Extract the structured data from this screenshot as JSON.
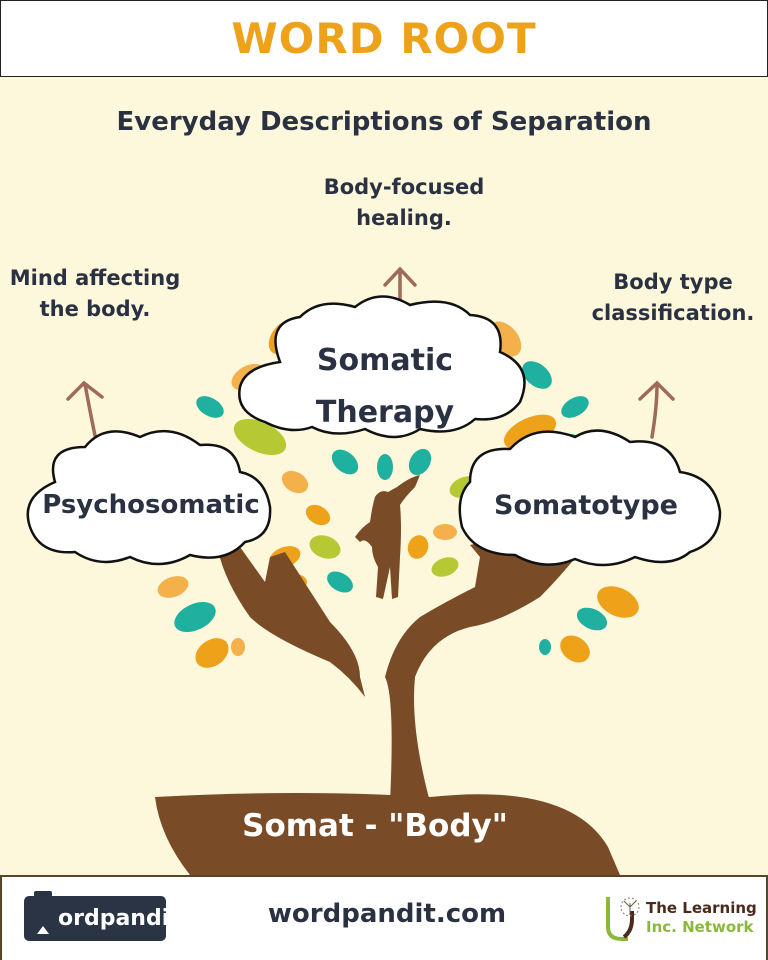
{
  "header": {
    "title": "WORD ROOT"
  },
  "main": {
    "subtitle": "Everyday Descriptions of Separation",
    "descriptions": {
      "top": {
        "line1": "Body-focused",
        "line2": "healing."
      },
      "left": {
        "line1": "Mind affecting",
        "line2": "the body."
      },
      "right": {
        "line1": "Body type",
        "line2": "classification."
      }
    },
    "clouds": {
      "center": {
        "line1": "Somatic",
        "line2": "Therapy"
      },
      "left": "Psychosomatic",
      "right": "Somatotype"
    },
    "root_label": "Somat - \"Body\"",
    "colors": {
      "title": "#eea21a",
      "text": "#2a3142",
      "trunk": "#7a4b27",
      "background": "#fdf7dc",
      "leaf_orange": "#eea21a",
      "leaf_light_orange": "#f4b04a",
      "leaf_teal": "#1fb0a0",
      "leaf_green": "#b6c935",
      "arrow": "#a06a5a"
    }
  },
  "footer": {
    "left_logo": "ordpandit",
    "site_url": "wordpandit.com",
    "right_logo": {
      "line1": "The Learning",
      "line2": "Inc. Network"
    }
  }
}
